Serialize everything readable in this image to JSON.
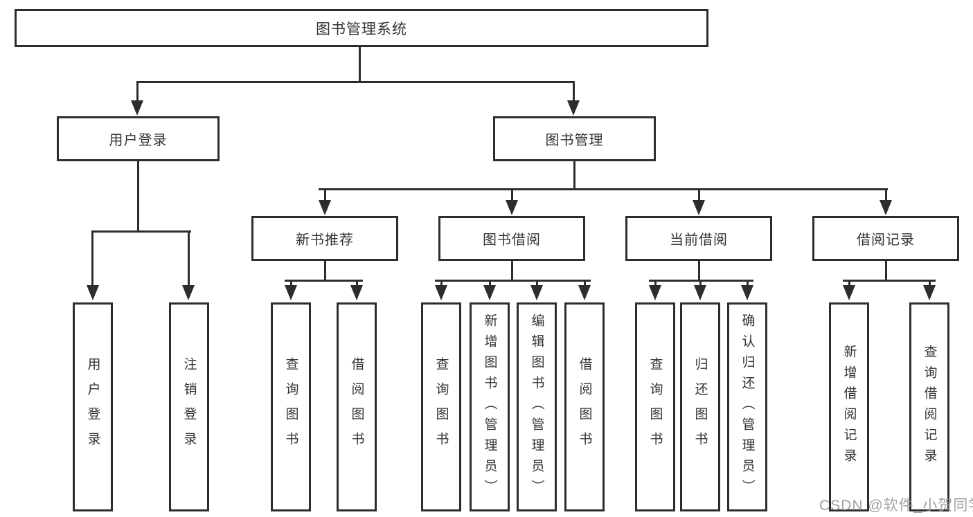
{
  "diagram": {
    "root": "图书管理系统",
    "level2": [
      "用户登录",
      "图书管理"
    ],
    "level3": [
      "新书推荐",
      "图书借阅",
      "当前借阅",
      "借阅记录"
    ],
    "leaves": {
      "user": [
        "用户登录",
        "注销登录"
      ],
      "newbook": [
        "查询图书",
        "借阅图书"
      ],
      "borrow": [
        "查询图书",
        "新增图书（管理员）",
        "编辑图书（管理员）",
        "借阅图书"
      ],
      "current": [
        "查询图书",
        "归还图书",
        "确认归还（管理员）"
      ],
      "records": [
        "新增借阅记录",
        "查询借阅记录"
      ]
    }
  },
  "watermark": "CSDN @软件_小贺同学",
  "colors": {
    "background": "#ffffff",
    "line": "#2d2d2d",
    "box_border": "#2d2d2d",
    "text": "#333333",
    "watermark": "#9b9b9b"
  }
}
